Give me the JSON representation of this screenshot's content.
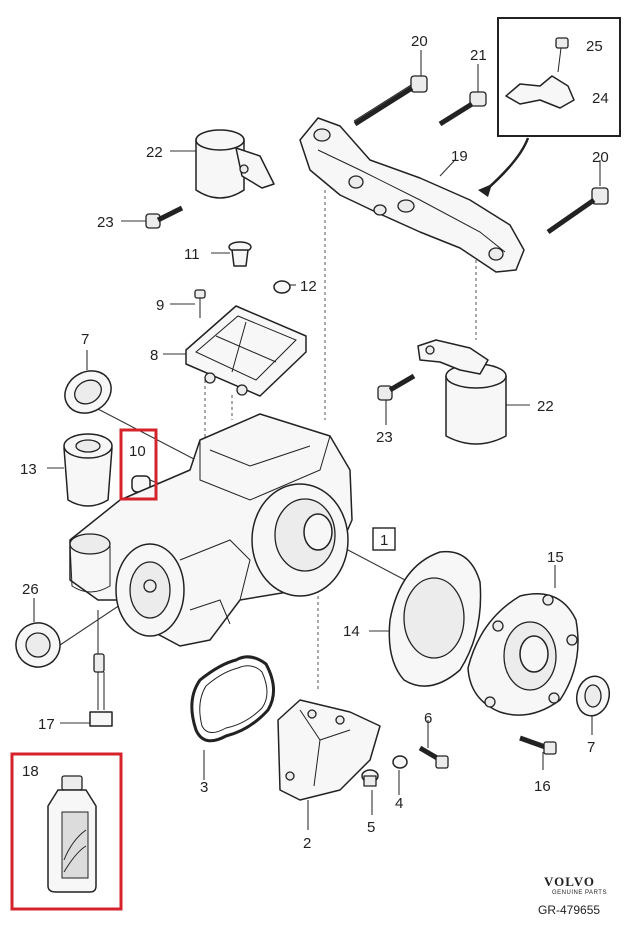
{
  "labels": {
    "p1": "1",
    "p2": "2",
    "p3": "3",
    "p4": "4",
    "p5": "5",
    "p6": "6",
    "p7a": "7",
    "p7b": "7",
    "p8": "8",
    "p9": "9",
    "p10": "10",
    "p11": "11",
    "p12": "12",
    "p13": "13",
    "p14": "14",
    "p15": "15",
    "p16": "16",
    "p17": "17",
    "p18": "18",
    "p19": "19",
    "p20a": "20",
    "p20b": "20",
    "p21": "21",
    "p22a": "22",
    "p22b": "22",
    "p23a": "23",
    "p23b": "23",
    "p24": "24",
    "p25": "25",
    "p26": "26"
  },
  "brand": {
    "name": "VOLVO",
    "subtitle": "GENUINE PARTS"
  },
  "reference": "GR-479655",
  "highlight_color": "#d6232b"
}
